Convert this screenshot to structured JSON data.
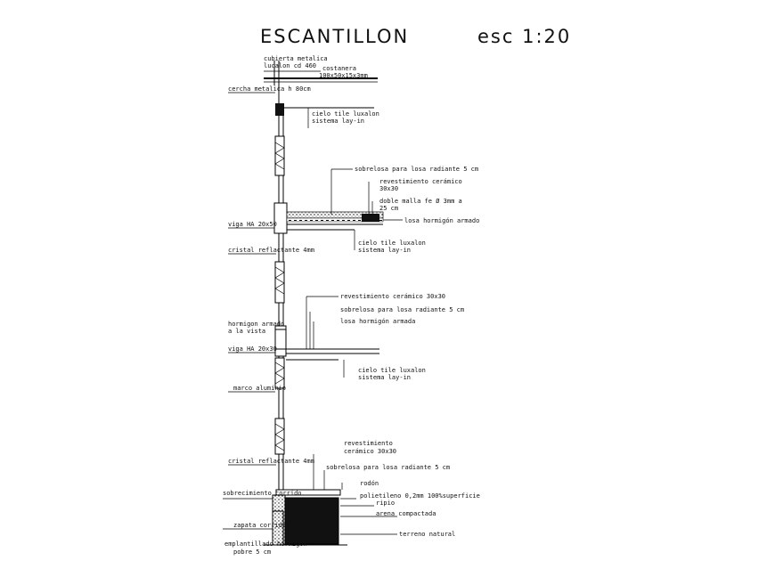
{
  "title": "ESCANTILLON",
  "scale": "esc 1:20",
  "labels": {
    "cubierta_1": "cubierta metalica",
    "cubierta_2": "lucalon cd 460",
    "costanera_1": "costanera",
    "costanera_2": "100x50x15x3mm",
    "cercha": "cercha metalica h 80cm",
    "cielo1_1": "cielo tile luxalon",
    "cielo1_2": "sistema lay-in",
    "sobrelosa1": "sobrelosa para losa radiante 5 cm",
    "revest1_1": "revestimiento cerámico",
    "revest1_2": "30x30",
    "malla_1": "doble malla fe Ø 3mm a",
    "malla_2": "25 cm",
    "losa1": "losa hormigón armado",
    "viga1": "viga HA 20x50",
    "cielo2_1": "cielo tile luxalon",
    "cielo2_2": "sistema lay-in",
    "cristal1": "cristal reflactante 4mm",
    "revest2": "revestimiento cerámico 30x30",
    "sobrelosa2": "sobrelosa para losa radiante 5 cm",
    "losa2": "losa hormigón armada",
    "hormigon_1": "hormigon armado",
    "hormigon_2": "a la vista",
    "viga2": "viga HA 20x30",
    "cielo3_1": "cielo tile luxalon",
    "cielo3_2": "sistema lay-in",
    "marco": "marco aluminio",
    "revest3_1": "revestimiento",
    "revest3_2": "cerámico 30x30",
    "cristal2": "cristal reflactante 4mm",
    "sobrelosa3": "sobrelosa para losa radiante 5 cm",
    "rodon": "rodón",
    "polietileno": "polietileno 0,2mm 100%superficie",
    "ripio": "ripio",
    "arena": "arena compactada",
    "sobrecimiento": "sobrecimiento corrido",
    "zapata": "zapata corrida",
    "terreno": "terreno natural",
    "emplantillado_1": "emplantillado hormigon",
    "emplantillado_2": "pobre 5 cm"
  }
}
